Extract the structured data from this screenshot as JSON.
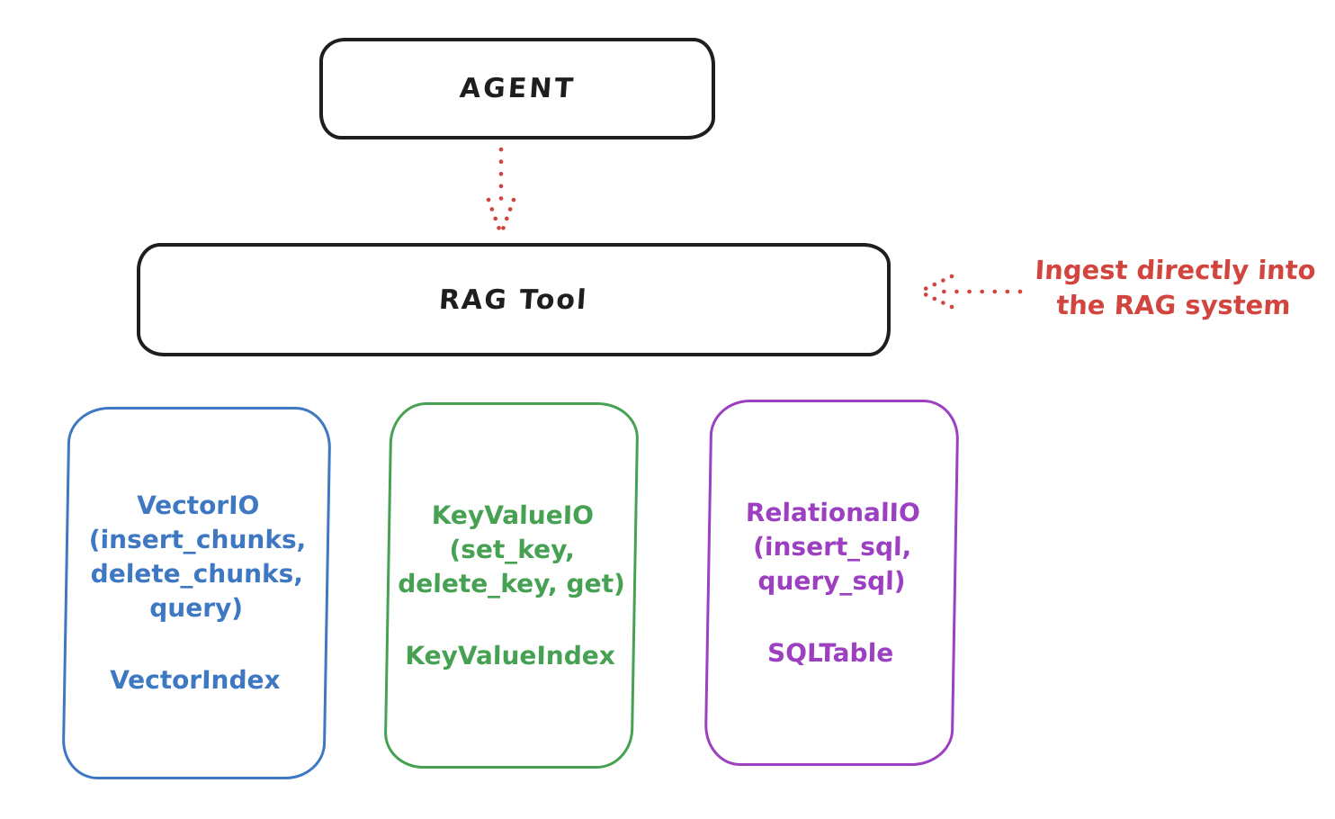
{
  "agent_box": {
    "label": "AGENT"
  },
  "rag_tool_box": {
    "label": "RAG Tool"
  },
  "annotation": {
    "line1": "Ingest directly into",
    "line2": "the RAG system",
    "color": "#d2453e"
  },
  "arrows": {
    "agent_to_ragtool": "dotted-down-arrow",
    "annotation_to_ragtool": "dotted-left-arrow",
    "color": "#d2453e"
  },
  "backends": [
    {
      "name": "vector-io",
      "color": "#3e78c2",
      "io_lines": [
        "VectorIO",
        "(insert_chunks,",
        "delete_chunks,",
        "query)"
      ],
      "index_label": "VectorIndex"
    },
    {
      "name": "keyvalue-io",
      "color": "#46a152",
      "io_lines": [
        "KeyValueIO",
        "(set_key,",
        "delete_key, get)"
      ],
      "index_label": "KeyValueIndex"
    },
    {
      "name": "relational-io",
      "color": "#9c3fc0",
      "io_lines": [
        "RelationalIO",
        "(insert_sql,",
        "query_sql)"
      ],
      "index_label": "SQLTable"
    }
  ],
  "colors": {
    "node_stroke": "#1e1e1e",
    "background": "#ffffff"
  }
}
